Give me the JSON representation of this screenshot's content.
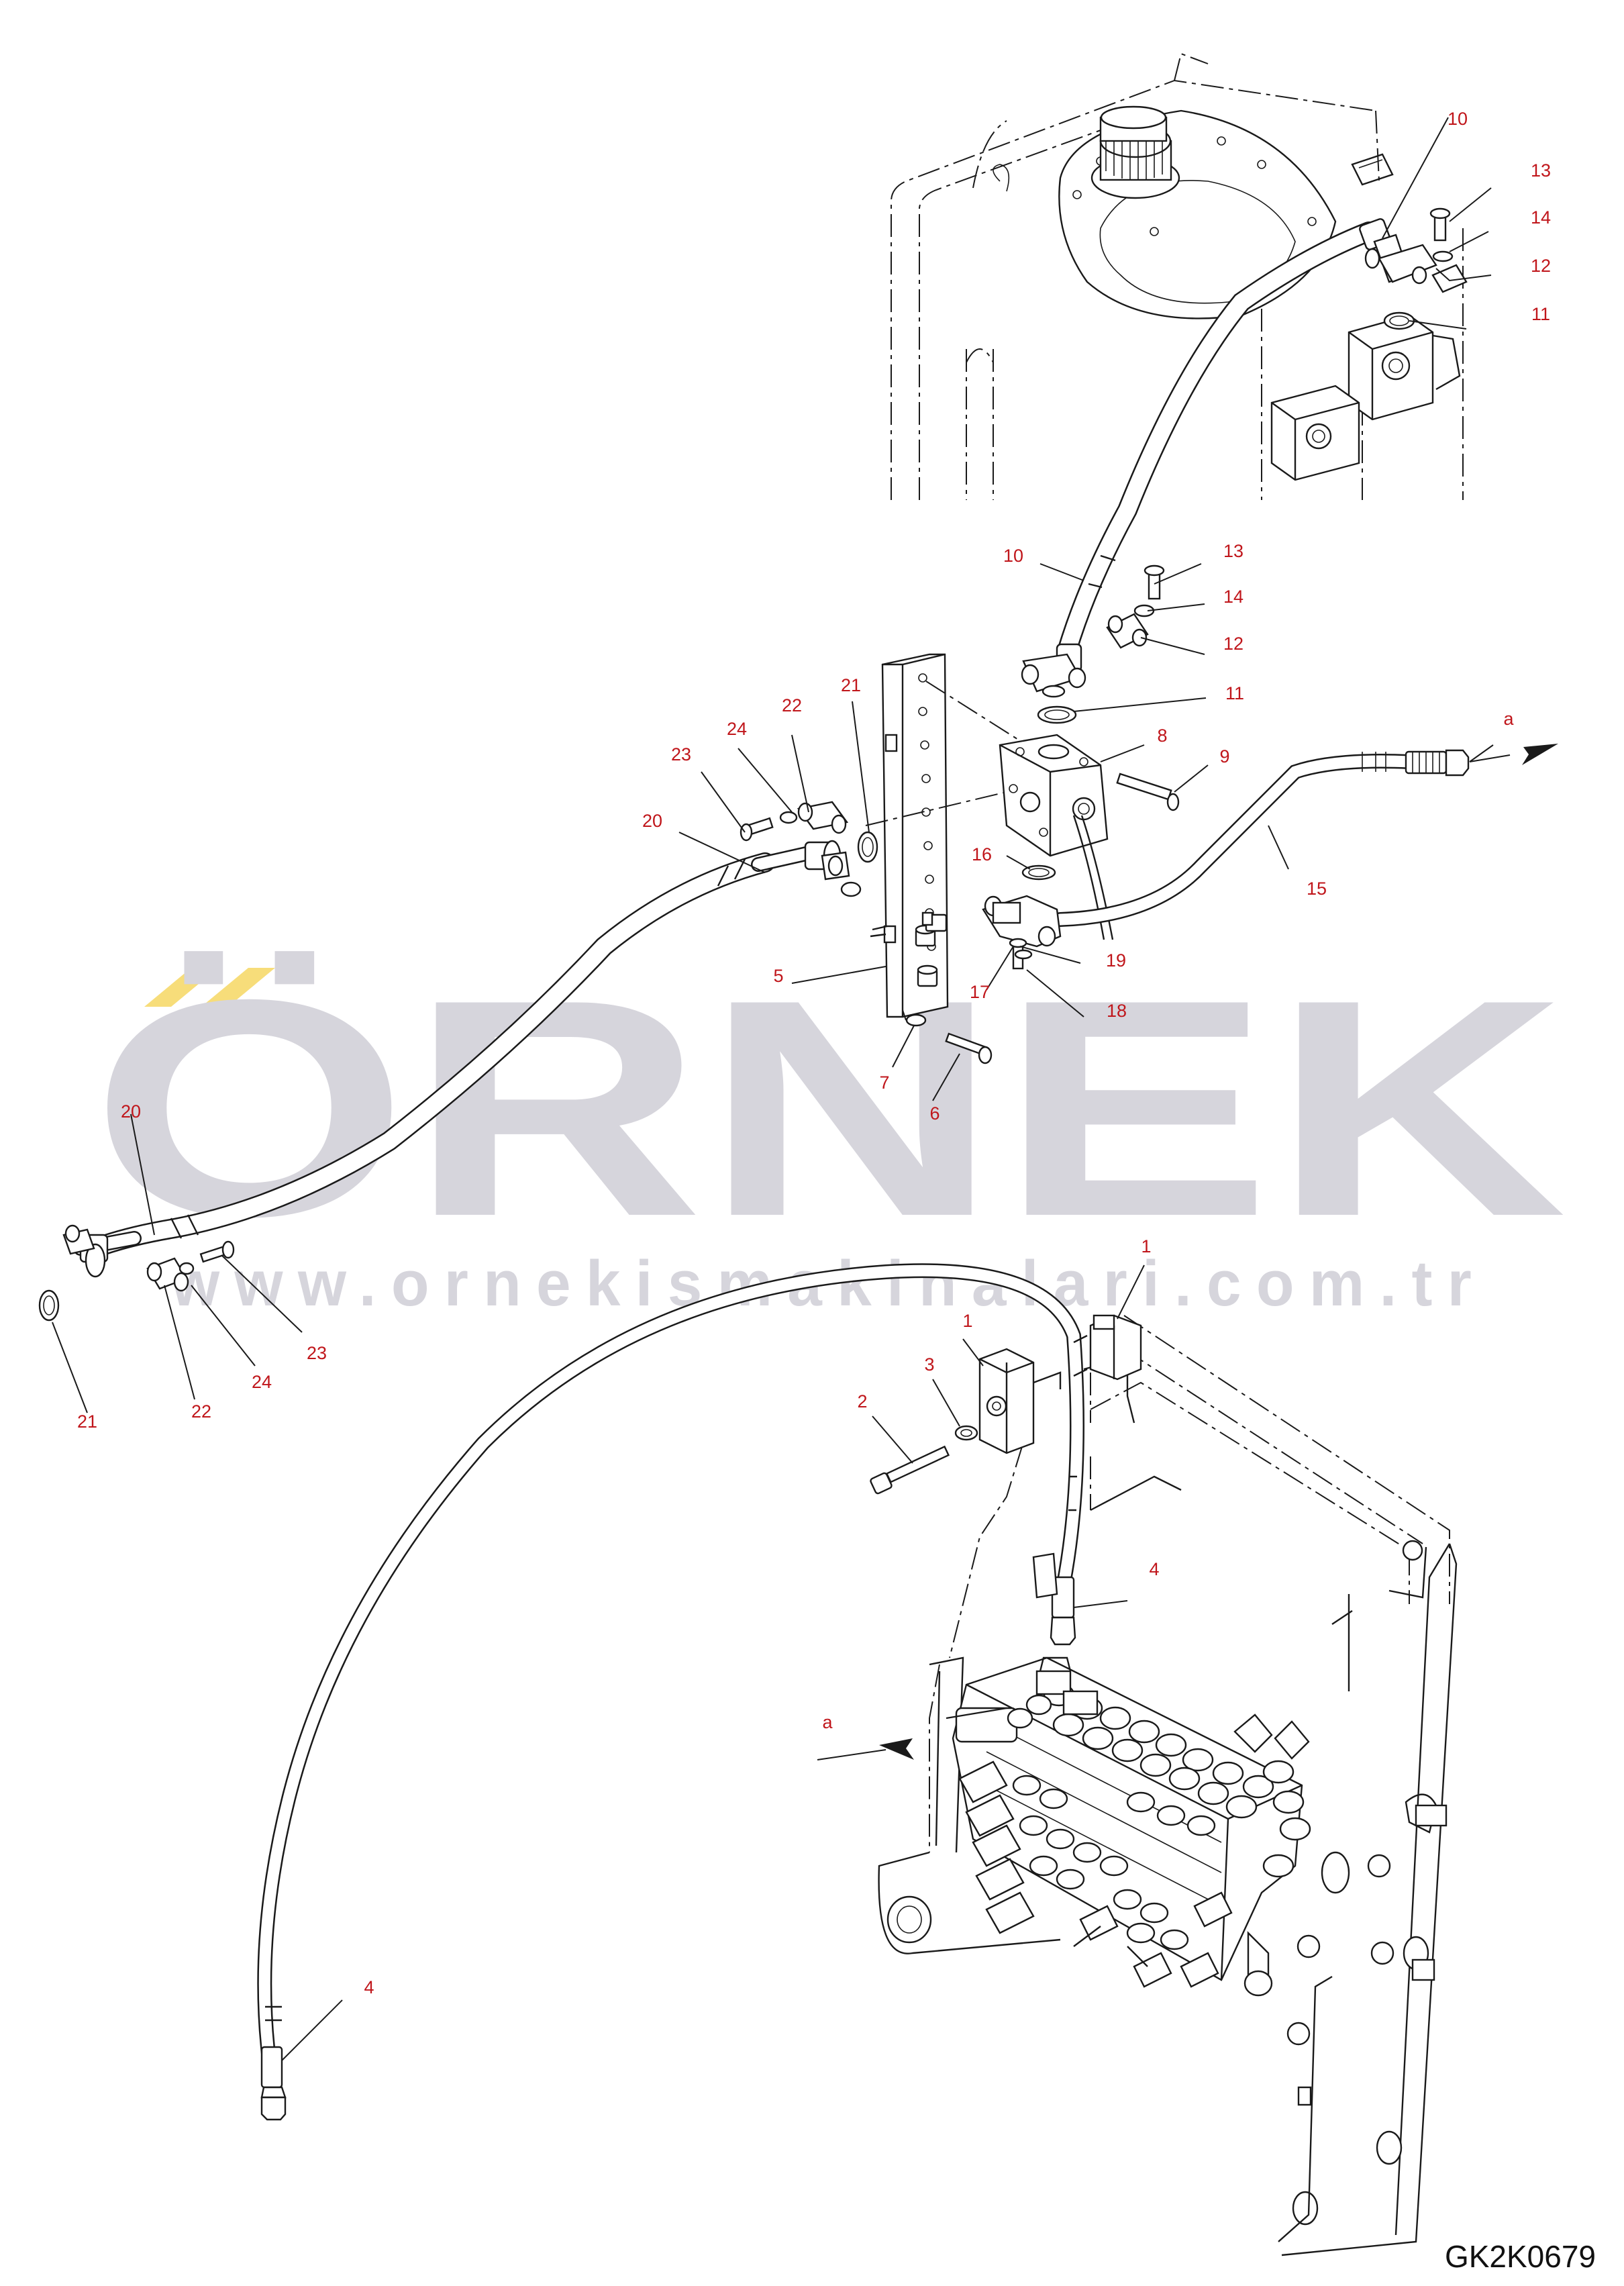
{
  "diagram_code": "GK2K0679",
  "watermark": {
    "brand": "ÖRNEK",
    "url": "www.ornekismakinalari.com.tr",
    "accent_color": "#f7dd7a",
    "text_color": "#d6d5dc"
  },
  "colors": {
    "callout": "#c0161b",
    "line": "#1a1a1a"
  },
  "callouts": {
    "c10_top": "10",
    "c13_top": "13",
    "c14_top": "14",
    "c12_top": "12",
    "c11_top": "11",
    "c10_mid": "10",
    "c13_mid": "13",
    "c14_mid": "14",
    "c12_mid": "12",
    "c11_mid": "11",
    "c8": "8",
    "c9": "9",
    "c21_top": "21",
    "c22_top": "22",
    "c24_top": "24",
    "c23_top": "23",
    "c20_top": "20",
    "c16": "16",
    "c15": "15",
    "c5": "5",
    "c19": "19",
    "c17": "17",
    "c18": "18",
    "c7": "7",
    "c6": "6",
    "c20_left": "20",
    "c23_left": "23",
    "c24_left": "24",
    "c22_left": "22",
    "c21_left": "21",
    "c1_top": "1",
    "c1_mid": "1",
    "c3": "3",
    "c2": "2",
    "c4_mid": "4",
    "c4_bottom": "4",
    "a_top": "a",
    "a_bottom": "a"
  }
}
